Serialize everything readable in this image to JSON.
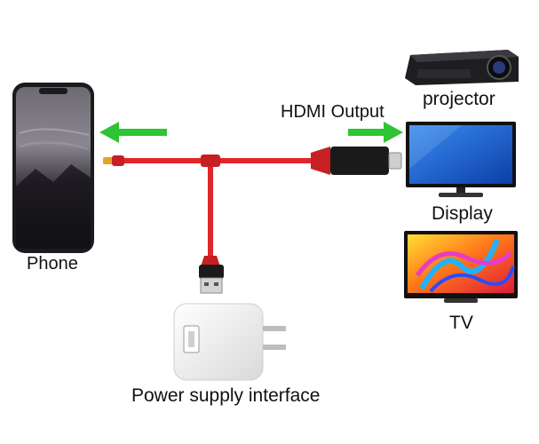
{
  "labels": {
    "phone": "Phone",
    "projector": "projector",
    "hdmi_output": "HDMI Output",
    "display": "Display",
    "tv": "TV",
    "power_supply": "Power supply interface"
  },
  "colors": {
    "cable": "#e0262a",
    "cable_dark": "#b01518",
    "arrow": "#2ec433",
    "connector_black": "#1a1a1a",
    "screen_blue": "#1f5fd6",
    "charger_white": "#f2f2f2"
  },
  "icons": [
    "phone-icon",
    "projector-icon",
    "monitor-icon",
    "tv-icon",
    "usb-charger-icon",
    "hdmi-connector-icon",
    "usb-connector-icon"
  ]
}
